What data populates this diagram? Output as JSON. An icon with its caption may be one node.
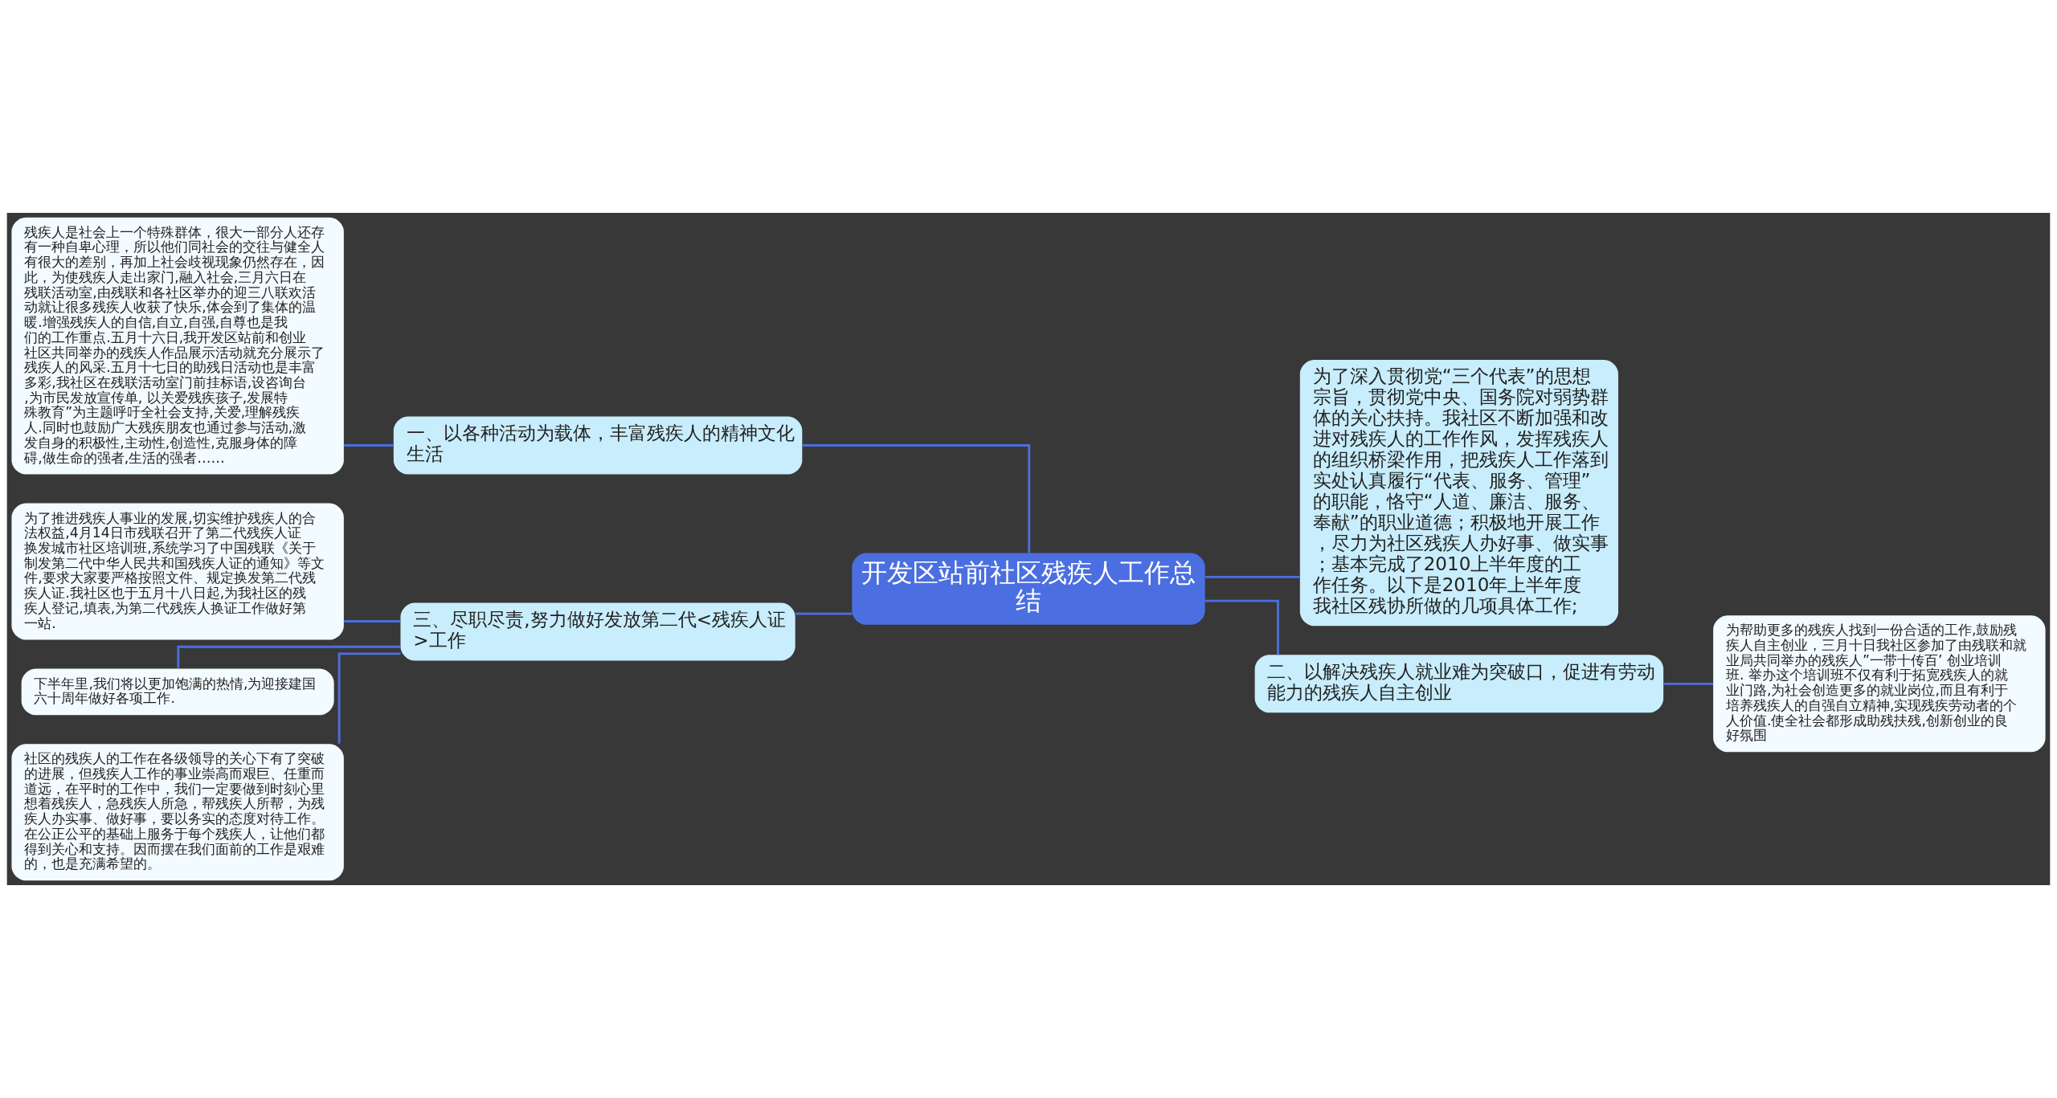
{
  "diagram": {
    "nodes": [
      {
        "text": [
          "开发区站前社区残疾人工作总结"
        ]
      },
      {
        "text": [
          "一、以各种活动为载体，丰富残疾人的精神文化生活"
        ]
      },
      {
        "text": [
          "残疾人是社会上一个特殊群体，很大一部分人还存有一种自卑心理，所以他们同社会的交往与健全人有很大的差别，再加上社会歧视现象仍然存在，因此，为使残疾人走出家门,融入社会,三月六日在残联活动室,由残联和各社区举办的迎三八联欢活动就让很多残疾人收获了快乐,体会到了集体的温暖.增强残疾人的自信,自立,自强,自尊也是我们的工作重点.五月十六日,我开发区站前和创业社区共同举办的残疾人作品展示活动就充分展示了残疾人的风采.五月十七日的助残日活动也是丰富多彩,我社区在残联活动室门前挂标语,设咨询台,为市民发放宣传单, 以关爱残疾孩子,发展特殊教育”为主题呼吁全社会支持,关爱,理解残疾人.同时也鼓励广大残疾朋友也通过参与活动,激发自身的积极性,主动性,创造性,克服身体的障碍,做生命的强者,生活的强者……"
        ]
      },
      {
        "text": [
          "三、尽职尽责,努力做好发放第二代<残疾人证>工作"
        ]
      },
      {
        "text": [
          "为了推进残疾人事业的发展,切实维护残疾人的合法权益,4月14日市残联召开了第二代残疾人证换发城市社区培训班,系统学习了中国残联《关于制发第二代中华人民共和国残疾人证的通知》等文件,要求大家要严格按照文件、规定换发第二代残疾人证.我社区也于五月十八日起,为我社区的残疾人登记,填表,为第二代残疾人换证工作做好第一站."
        ]
      },
      {
        "text": [
          "下半年里,我们将以更加饱满的热情,为迎接建国六十周年做好各项工作."
        ]
      },
      {
        "text": [
          "社区的残疾人的工作在各级领导的关心下有了突破的进展，但残疾人工作的事业崇高而艰巨、任重而道远，在平时的工作中，我们一定要做到时刻心里想着残疾人，急残疾人所急，帮残疾人所帮，为残疾人办实事、做好事，要以务实的态度对待工作。在公正公平的基础上服务于每个残疾人，让他们都得到关心和支持。因而摆在我们面前的工作是艰难的，也是充满希望的。"
        ]
      },
      {
        "text": [
          "为了深入贯彻党“三个代表”的思想宗旨，贯彻党中央、国务院对弱势群体的关心扶持。我社区不断加强和改进对残疾人的工作作风，发挥残疾人的组织桥梁作用，把残疾人工作落到实处认真履行“代表、服务、管理”的职能，恪守“人道、廉洁、服务、奉献”的职业道德；积极地开展工作，尽力为社区残疾人办好事、做实事；基本完成了2010上半年度的工作任务。以下是2010年上半年度我社区残协所做的几项具体工作;"
        ]
      },
      {
        "text": [
          "二、以解决残疾人就业难为突破口，促进有劳动能力的残疾人自主创业"
        ]
      },
      {
        "text": [
          "为帮助更多的残疾人找到一份合适的工作,鼓励残疾人自主创业，三月十日我社区参加了由残联和就业局共同举办的残疾人”一带十传百’ 创业培训班. 举办这个培训班不仅有利于拓宽残疾人的就业门路,为社会创造更多的就业岗位,而且有利于培养残疾人的自强自立精神,实现残疾劳动者的个人价值.使全社会都形成助残扶残,创新创业的良好氛围"
        ]
      }
    ],
    "edges": [
      {
        "from": 0,
        "to": 1,
        "arrow": "none"
      },
      {
        "from": 1,
        "to": 2,
        "arrow": "none"
      },
      {
        "from": 0,
        "to": 3,
        "arrow": "none"
      },
      {
        "from": 3,
        "to": 4,
        "arrow": "none"
      },
      {
        "from": 3,
        "to": 5,
        "arrow": "none"
      },
      {
        "from": 3,
        "to": 6,
        "arrow": "none"
      },
      {
        "from": 0,
        "to": 7,
        "arrow": "none"
      },
      {
        "from": 0,
        "to": 8,
        "arrow": "none"
      },
      {
        "from": 8,
        "to": 9,
        "arrow": "none"
      }
    ]
  }
}
